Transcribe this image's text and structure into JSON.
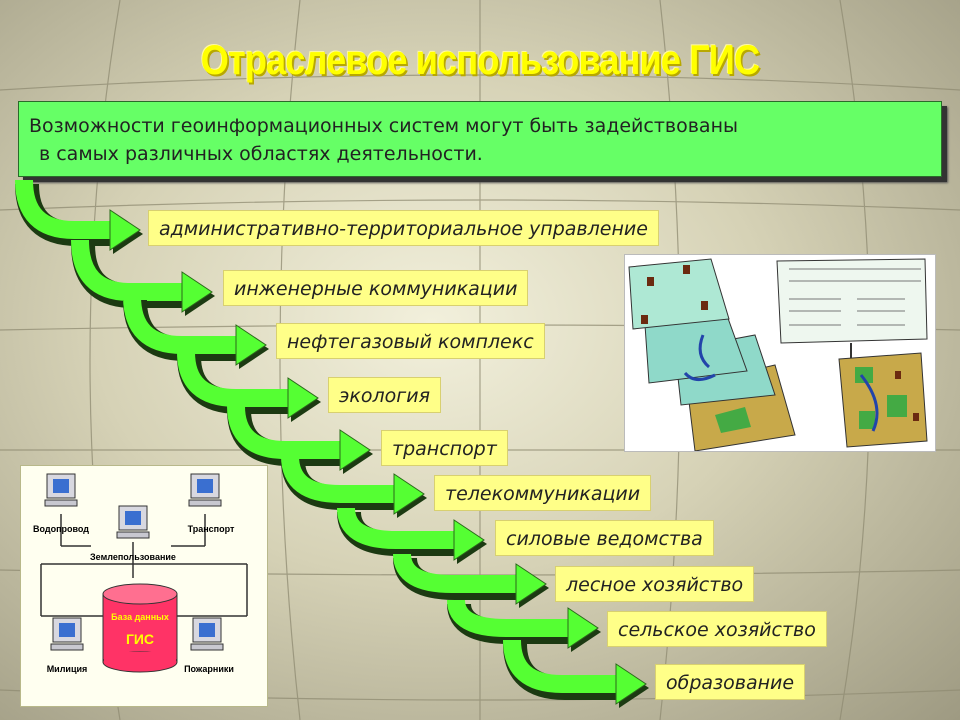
{
  "title": "Отраслевое использование ГИС",
  "intro": {
    "line1": "Возможности геоинформационных систем могут быть задействованы",
    "line2": "в самых различных областях деятельности."
  },
  "areas": [
    "административно-территориальное управление",
    "инженерные коммуникации",
    "нефтегазовый комплекс",
    "экология",
    "транспорт",
    "телекоммуникации",
    "силовые ведомства",
    "лесное хозяйство",
    "сельское хозяйство",
    "образование"
  ],
  "diagram": {
    "nodes": {
      "water": "Водопровод",
      "transport": "Транспорт",
      "land": "Землепользование",
      "db_line1": "База данных",
      "db_line2": "ГИС",
      "police": "Милиция",
      "fire": "Пожарники"
    }
  },
  "colors": {
    "title": "#ffff00",
    "intro_bg": "#66ff66",
    "arrow": "#55ff33",
    "label_bg": "#ffff88",
    "db": "#ff3366"
  }
}
